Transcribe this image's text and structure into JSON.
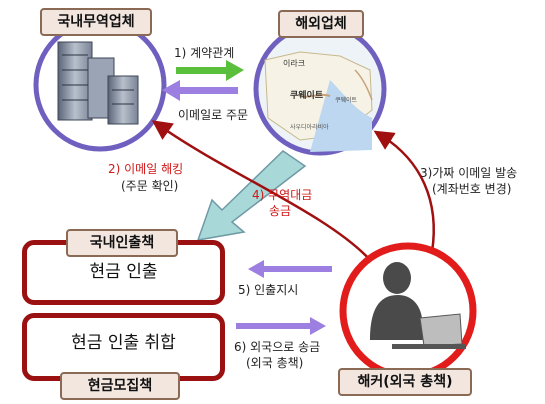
{
  "nodes": {
    "domestic_trader": "국내무역업체",
    "overseas_company": "해외업체",
    "cash_withdrawer": "국내인출책",
    "cash_collector": "현금모집책",
    "hacker": "해커(외국 총책)"
  },
  "boxes": {
    "withdrawal": "현금 인출",
    "withdrawal_arrange": "현금 인출 취합"
  },
  "steps": {
    "s1": "1) 계약관계",
    "s1_sub": "이메일로 주문",
    "s2": "2) 이메일 해킹",
    "s2_sub": "(주문 확인)",
    "s3": "3)가짜 이메일 발송",
    "s3_sub": "(계좌번호 변경)",
    "s4": "4) 무역대금",
    "s4_sub": "송금",
    "s5": "5) 인출지시",
    "s6": "6) 외국으로 송금",
    "s6_sub": "(외국 총책)"
  },
  "map_labels": {
    "iraq": "이라크",
    "kuwait": "쿠웨이트",
    "kuwait_city": "쿠웨이트",
    "saudi": "사우디아라비아"
  },
  "colors": {
    "circle_border": "#6f60c0",
    "hacker_ring": "#e21b1b",
    "box_border": "#9b1010",
    "arrow_red": "#a01010",
    "arrow_green": "#5abf3a",
    "arrow_purple": "#9c7fe0",
    "arrow_teal": "#a8d8d8"
  }
}
